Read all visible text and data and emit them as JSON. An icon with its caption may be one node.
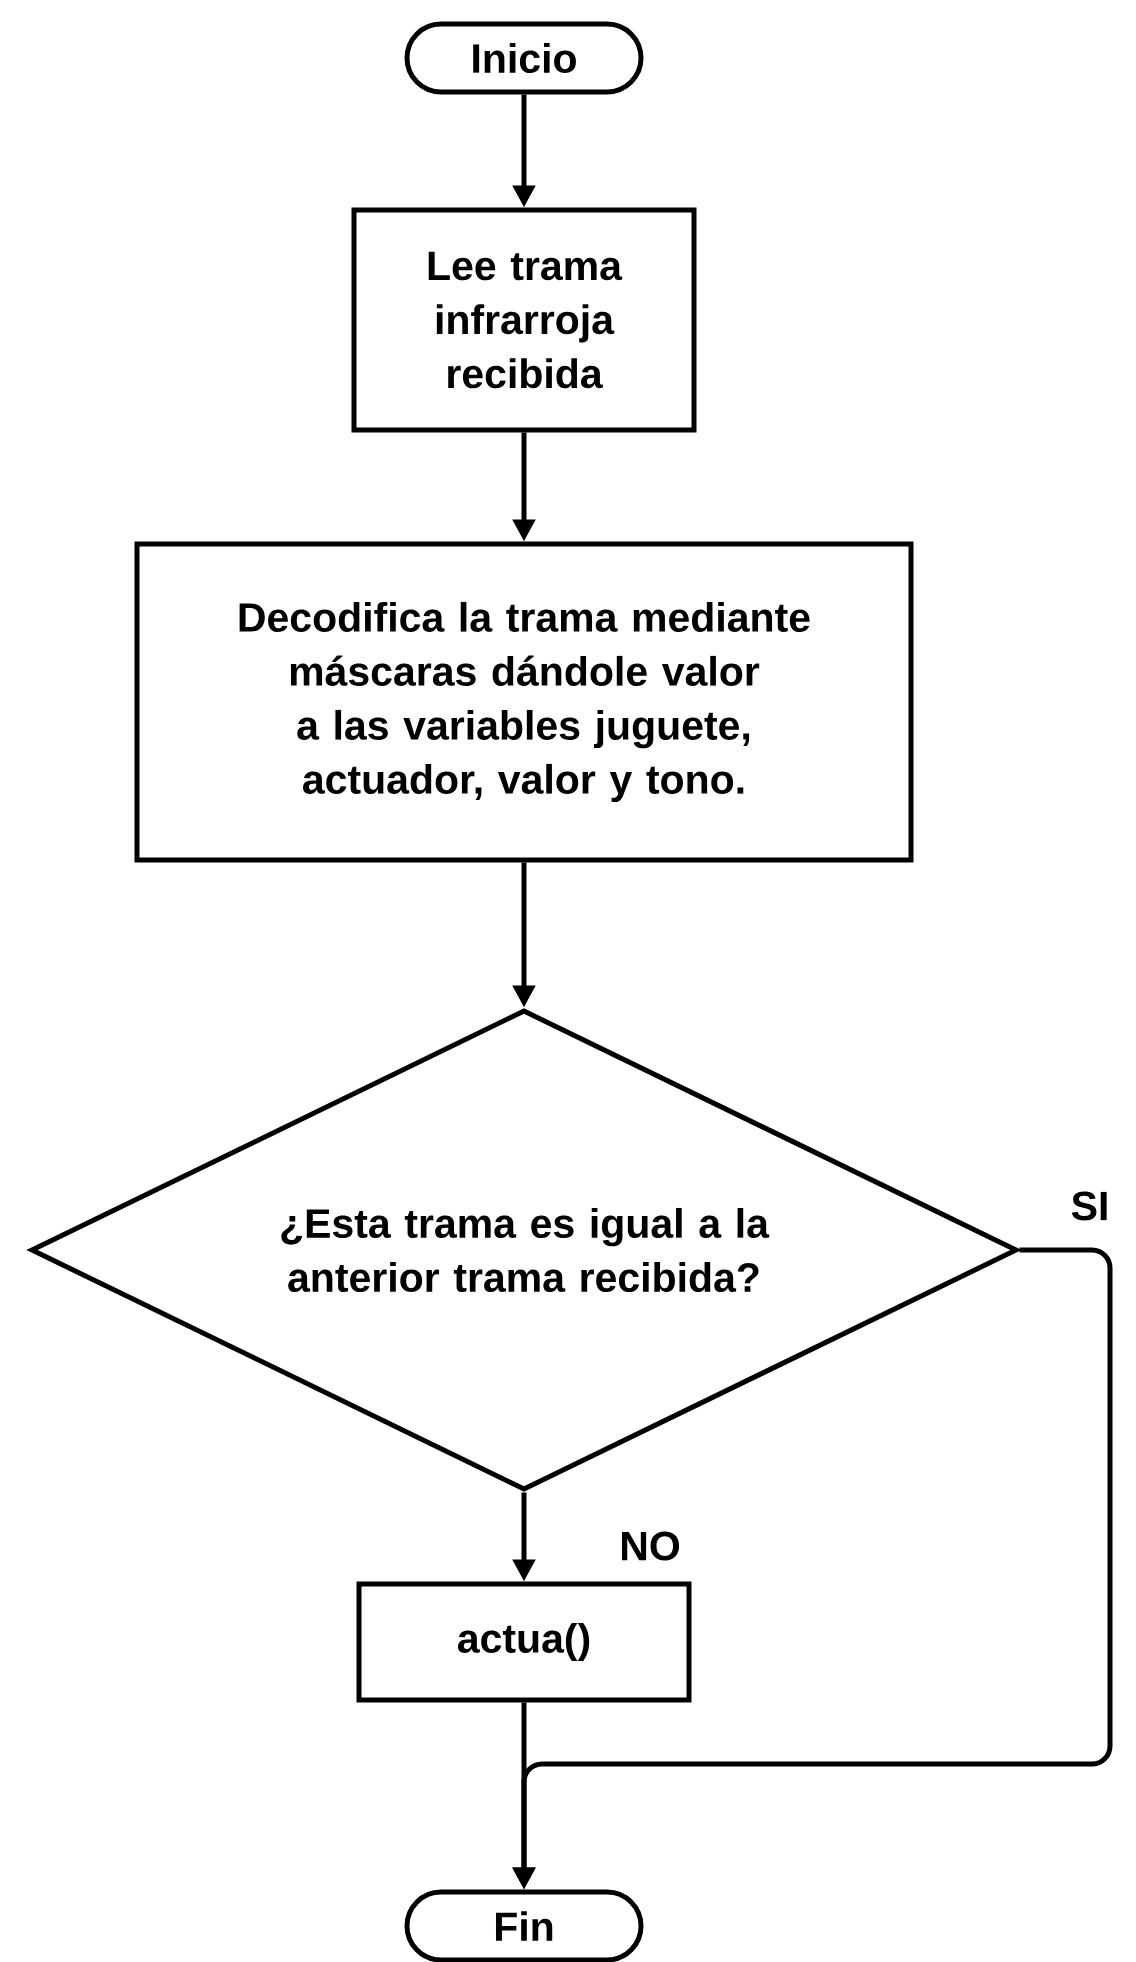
{
  "diagram": {
    "nodes": [
      {
        "text": [
          "Inicio"
        ]
      },
      {
        "text": [
          "Lee trama infrarroja recibida"
        ]
      },
      {
        "text": [
          "Decodifica la trama mediante máscaras dándole valor a las variables juguete, actuador, valor y tono."
        ]
      },
      {
        "text": [
          "¿Esta trama es igual a la anterior trama recibida?"
        ]
      },
      {
        "text": [
          "actua()"
        ]
      },
      {
        "text": [
          "Fin"
        ]
      }
    ],
    "edges": [
      {
        "from": 0,
        "to": 1,
        "arrow": "to"
      },
      {
        "from": 1,
        "to": 2,
        "arrow": "to"
      },
      {
        "from": 2,
        "to": 3,
        "arrow": "to"
      },
      {
        "from": 3,
        "to": 4,
        "arrow": "to",
        "label": "NO"
      },
      {
        "from": 3,
        "to": 5,
        "arrow": "to",
        "label": "SI"
      },
      {
        "from": 4,
        "to": 5,
        "arrow": "to"
      }
    ]
  }
}
